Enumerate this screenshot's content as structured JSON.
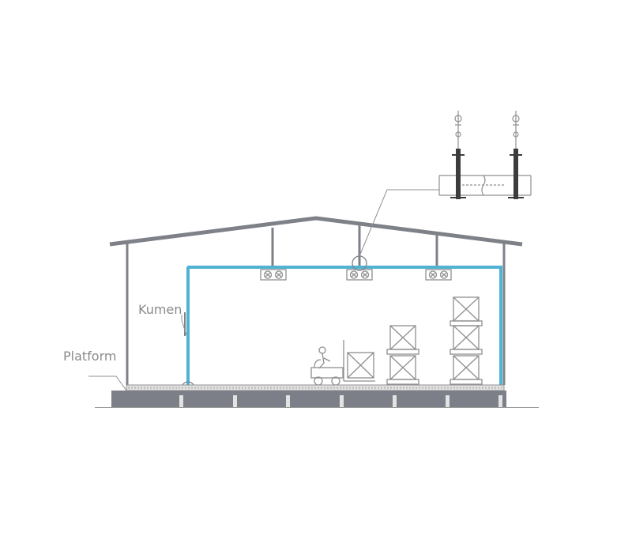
{
  "labels": {
    "kumen": "Kumen",
    "platform": "Platform"
  },
  "colors": {
    "structure": "#7f8189",
    "cold_room": "#4fb3d3",
    "foundation": "#7d7f88",
    "line_art": "#8f8f8f",
    "label_text": "#8a8a8a"
  },
  "icons": {
    "evaporator": "air-cooler-fan-unit",
    "forklift": "forklift-with-driver",
    "crate": "cargo-crate",
    "hanger": "ceiling-hanger-bolt"
  }
}
